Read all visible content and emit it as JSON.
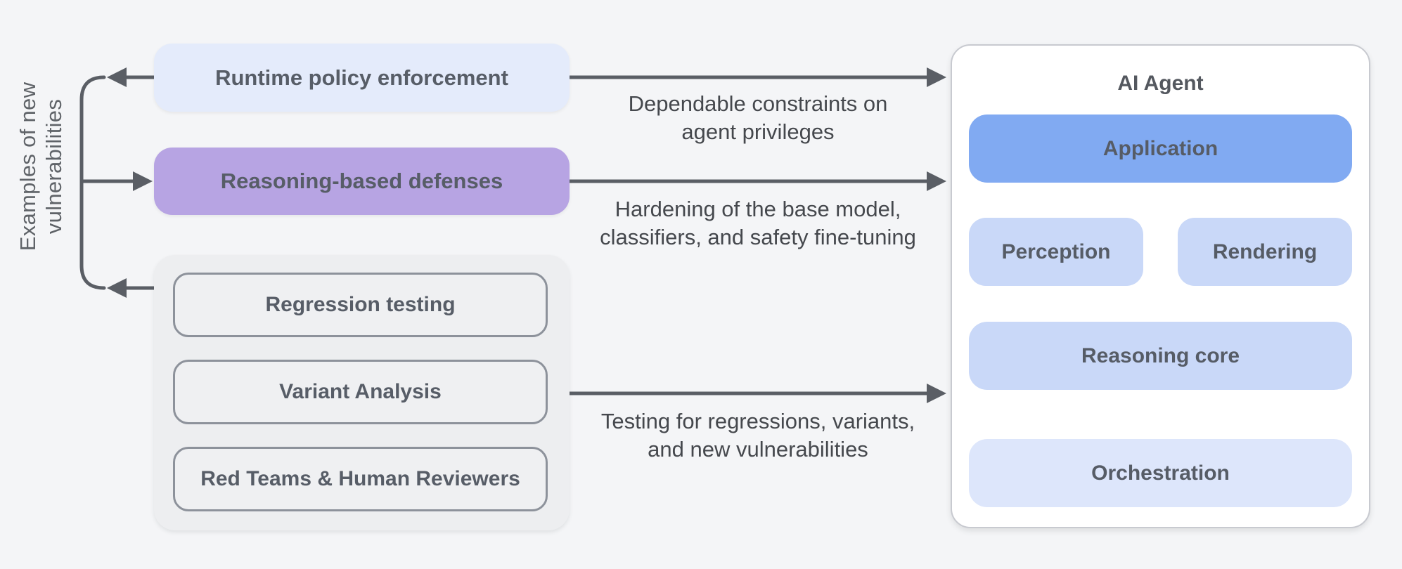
{
  "left_label": {
    "line1": "Examples of new",
    "line2": "vulnerabilities"
  },
  "defense_boxes": [
    {
      "label": "Runtime policy enforcement",
      "color": "#E4EBFB"
    },
    {
      "label": "Reasoning-based defenses",
      "color": "#B7A4E3"
    }
  ],
  "testing_group": {
    "items": [
      {
        "label": "Regression testing"
      },
      {
        "label": "Variant Analysis"
      },
      {
        "label": "Red Teams & Human Reviewers"
      }
    ]
  },
  "arrow_captions": [
    {
      "line1": "Dependable constraints on",
      "line2": "agent privileges"
    },
    {
      "line1": "Hardening of the base model,",
      "line2": "classifiers, and safety fine-tuning"
    },
    {
      "line1": "Testing for regressions, variants,",
      "line2": "and new vulnerabilities"
    }
  ],
  "agent_panel": {
    "title": "AI Agent",
    "boxes": {
      "application": "Application",
      "perception": "Perception",
      "rendering": "Rendering",
      "reasoning_core": "Reasoning core",
      "orchestration": "Orchestration"
    }
  },
  "icons": {
    "loop": "counterclockwise-loop-refresh"
  },
  "colors": {
    "background": "#F4F5F7",
    "runtime_box": "#E4EBFB",
    "reasoning_box": "#B7A4E3",
    "group_bg": "#EDEEF0",
    "group_item_bg": "#EFF0F2",
    "group_item_border": "#8D929B",
    "panel_bg": "#FFFFFF",
    "panel_border": "#C8CAD0",
    "application_box": "#81AAF2",
    "component_box": "#C9D8F8",
    "orchestration_box": "#DDE6FB",
    "arrow": "#5A5E65",
    "label_text": "#575D67",
    "caption_text": "#45484D"
  }
}
